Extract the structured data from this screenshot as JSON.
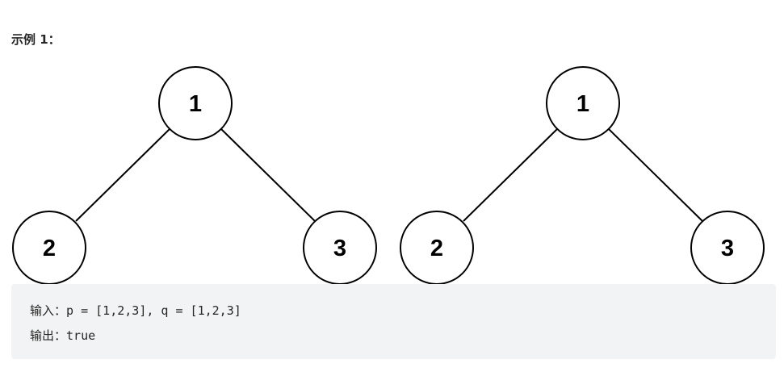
{
  "example": {
    "title": "示例 1："
  },
  "trees": {
    "left": {
      "root": "1",
      "left_child": "2",
      "right_child": "3"
    },
    "right": {
      "root": "1",
      "left_child": "2",
      "right_child": "3"
    }
  },
  "code": {
    "input_label": "输入：",
    "input_value": "p = [1,2,3], q = [1,2,3]",
    "output_label": "输出：",
    "output_value": "true"
  }
}
